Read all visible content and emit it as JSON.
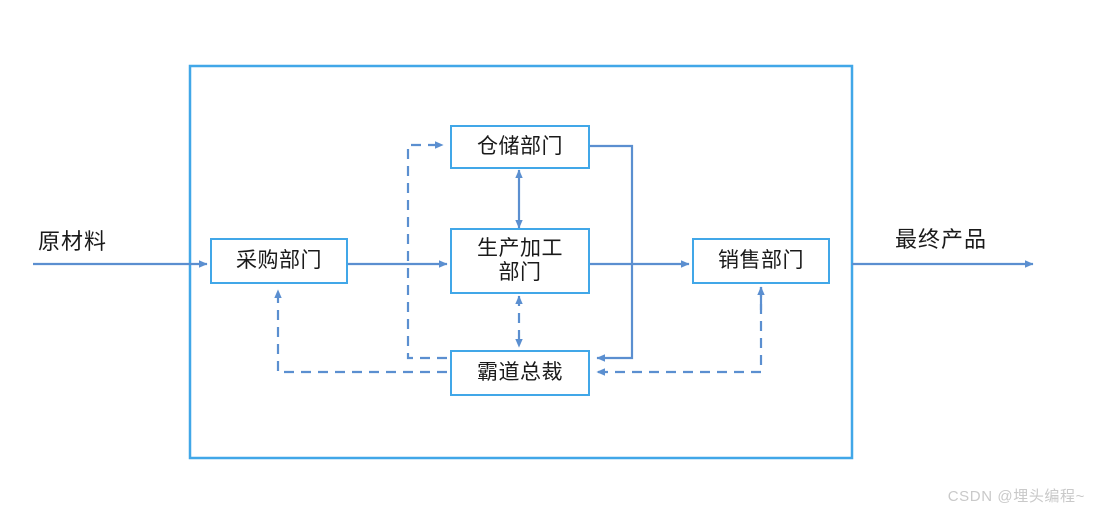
{
  "diagram": {
    "title_visible": false,
    "colors": {
      "box_border": "#41A7E8",
      "connector_solid": "#5B8FD0",
      "connector_dashed": "#5B8FD0",
      "outer_border": "#41A7E8",
      "text": "#1a1a1a",
      "watermark": "#c9c9c9",
      "background": "#ffffff"
    },
    "input_label": "原材料",
    "output_label": "最终产品",
    "nodes": [
      {
        "id": "procurement",
        "label": "采购部门"
      },
      {
        "id": "warehouse",
        "label": "仓储部门"
      },
      {
        "id": "production",
        "label": "生产加工\n部门"
      },
      {
        "id": "boss",
        "label": "霸道总裁"
      },
      {
        "id": "sales",
        "label": "销售部门"
      }
    ],
    "edges": [
      {
        "from": "原材料",
        "to": "采购部门",
        "style": "solid",
        "direction": "one-way"
      },
      {
        "from": "采购部门",
        "to": "生产加工部门",
        "style": "solid",
        "direction": "one-way"
      },
      {
        "from": "仓储部门",
        "to": "生产加工部门",
        "style": "solid",
        "direction": "two-way"
      },
      {
        "from": "生产加工部门",
        "to": "销售部门",
        "style": "solid",
        "direction": "one-way"
      },
      {
        "from": "仓储部门",
        "to": "霸道总裁",
        "style": "solid",
        "direction": "one-way"
      },
      {
        "from": "销售部门",
        "to": "最终产品",
        "style": "solid",
        "direction": "one-way"
      },
      {
        "from": "霸道总裁",
        "to": "仓储部门",
        "style": "dashed",
        "direction": "one-way"
      },
      {
        "from": "霸道总裁",
        "to": "采购部门",
        "style": "dashed",
        "direction": "one-way"
      },
      {
        "from": "生产加工部门",
        "to": "霸道总裁",
        "style": "dashed",
        "direction": "two-way"
      },
      {
        "from": "销售部门",
        "to": "霸道总裁",
        "style": "dashed",
        "direction": "one-way"
      }
    ]
  },
  "watermark": {
    "text": "CSDN @埋头编程~"
  }
}
